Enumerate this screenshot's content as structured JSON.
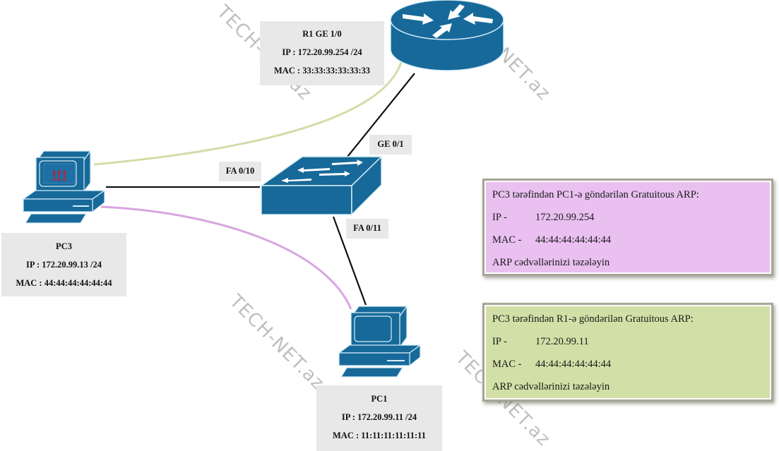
{
  "watermark": "TECH-NET.az",
  "colors": {
    "device_blue": "#17699a",
    "device_outline": "#d6eef8",
    "link_black": "#111111",
    "link_green": "#d3dca8",
    "link_purple": "#d8a6e0",
    "label_bg": "#e8e8e8",
    "arp_pc1_bg": "#e9c0f0",
    "arp_r1_bg": "#d2dfa6",
    "alert_red": "#d11a2a"
  },
  "devices": {
    "router": {
      "name": "R1",
      "label": {
        "title": "R1 GE 1/0",
        "ip": "IP : 172.20.99.254 /24",
        "mac": "MAC : 33:33:33:33:33:33"
      }
    },
    "switch": {
      "ports": {
        "uplink": "GE 0/1",
        "to_pc3": "FA 0/10",
        "to_pc1": "FA 0/11"
      }
    },
    "pc3": {
      "screen_alert": "!!!",
      "label": {
        "title": "PC3",
        "ip": "IP : 172.20.99.13 /24",
        "mac": "MAC : 44:44:44:44:44:44"
      }
    },
    "pc1": {
      "label": {
        "title": "PC1",
        "ip": "IP : 172.20.99.11 /24",
        "mac": "MAC : 11:11:11:11:11:11"
      }
    }
  },
  "arp_messages": [
    {
      "title": "PC3 tərəfindən PC1-ə göndərilən  Gratuitous ARP:",
      "ip_key": "IP -",
      "ip_value": "172.20.99.254",
      "mac_key": "MAC -",
      "mac_value": "44:44:44:44:44:44",
      "note": "ARP cədvəllərinizi təzələyin"
    },
    {
      "title": "PC3 tərəfindən R1-ə göndərilən  Gratuitous ARP:",
      "ip_key": "IP -",
      "ip_value": "172.20.99.11",
      "mac_key": "MAC -",
      "mac_value": "44:44:44:44:44:44",
      "note": "ARP cədvəllərinizi təzələyin"
    }
  ]
}
